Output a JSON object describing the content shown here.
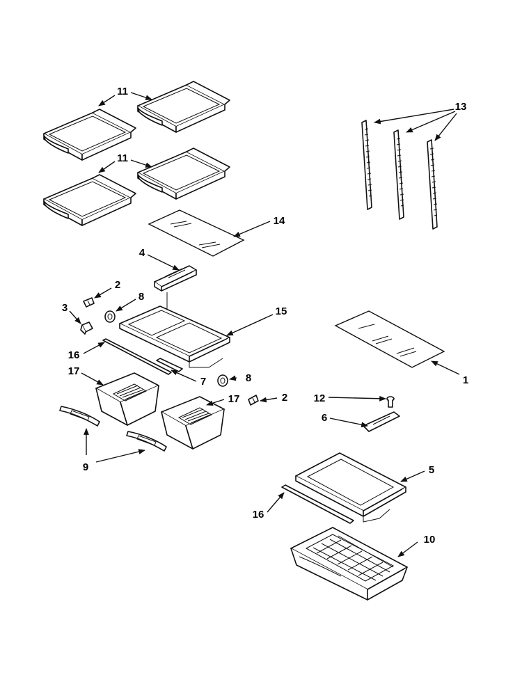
{
  "callouts": {
    "c1": "1",
    "c2a": "2",
    "c2b": "2",
    "c3": "3",
    "c4": "4",
    "c5": "5",
    "c6": "6",
    "c7": "7",
    "c8a": "8",
    "c8b": "8",
    "c9": "9",
    "c10": "10",
    "c11a": "11",
    "c11b": "11",
    "c12": "12",
    "c13": "13",
    "c14": "14",
    "c15": "15",
    "c16a": "16",
    "c16b": "16",
    "c17a": "17",
    "c17b": "17"
  },
  "colors": {
    "line": "#111111",
    "background": "#ffffff"
  }
}
